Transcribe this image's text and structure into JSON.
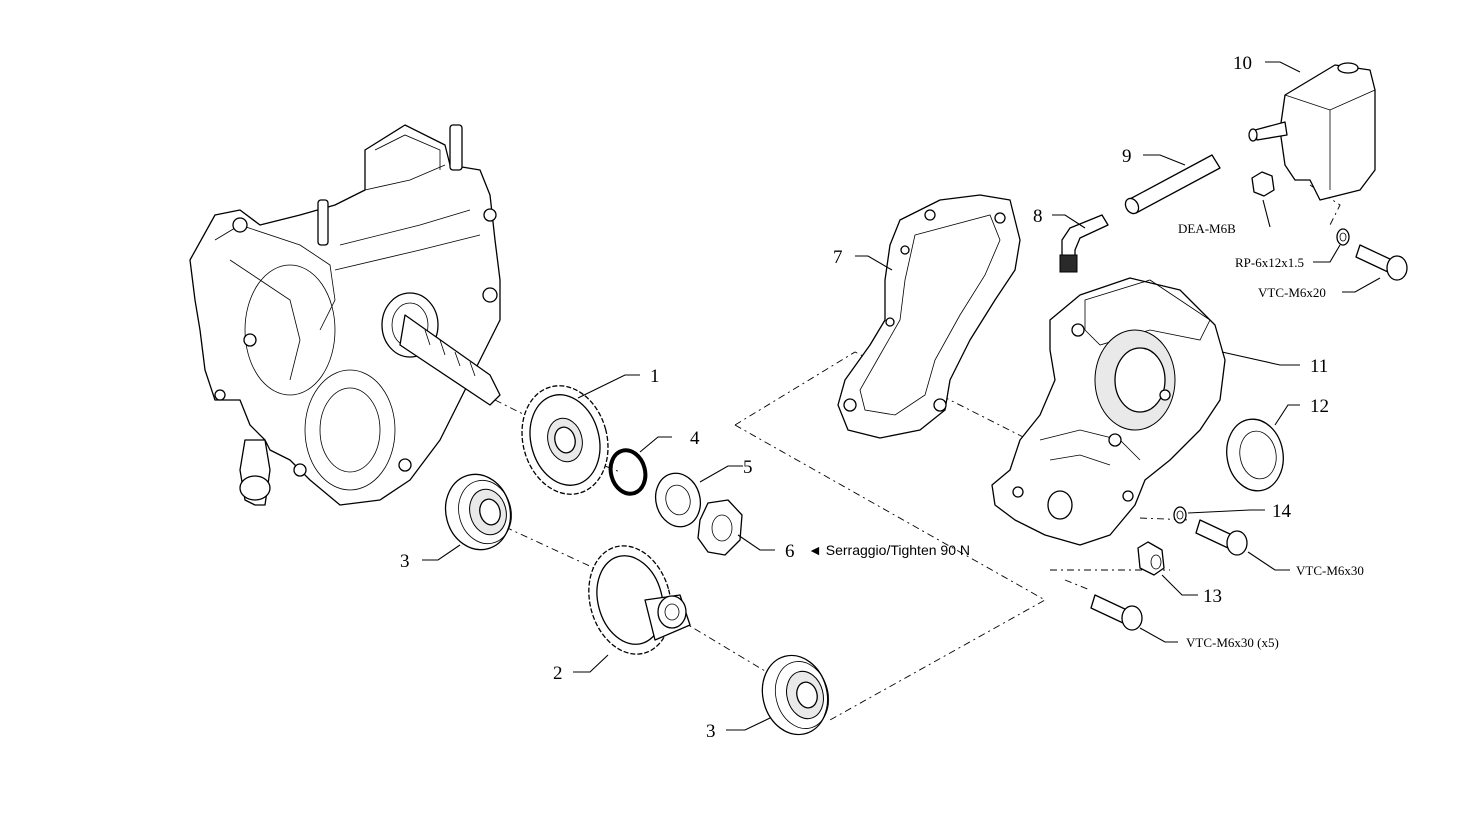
{
  "callouts": {
    "p1": "1",
    "p2": "2",
    "p3a": "3",
    "p3b": "3",
    "p4": "4",
    "p5": "5",
    "p6": "6",
    "p7": "7",
    "p8": "8",
    "p9": "9",
    "p10": "10",
    "p11": "11",
    "p12": "12",
    "p13": "13",
    "p14": "14"
  },
  "labels": {
    "dea_m6b": "DEA-M6B",
    "rp_washer": "RP-6x12x1.5",
    "vtc_m6x20": "VTC-M6x20",
    "vtc_m6x30_a": "VTC-M6x30",
    "vtc_m6x30_x5": "VTC-M6x30 (x5)"
  },
  "notes": {
    "tighten": "◄ Serraggio/Tighten 90 N"
  }
}
